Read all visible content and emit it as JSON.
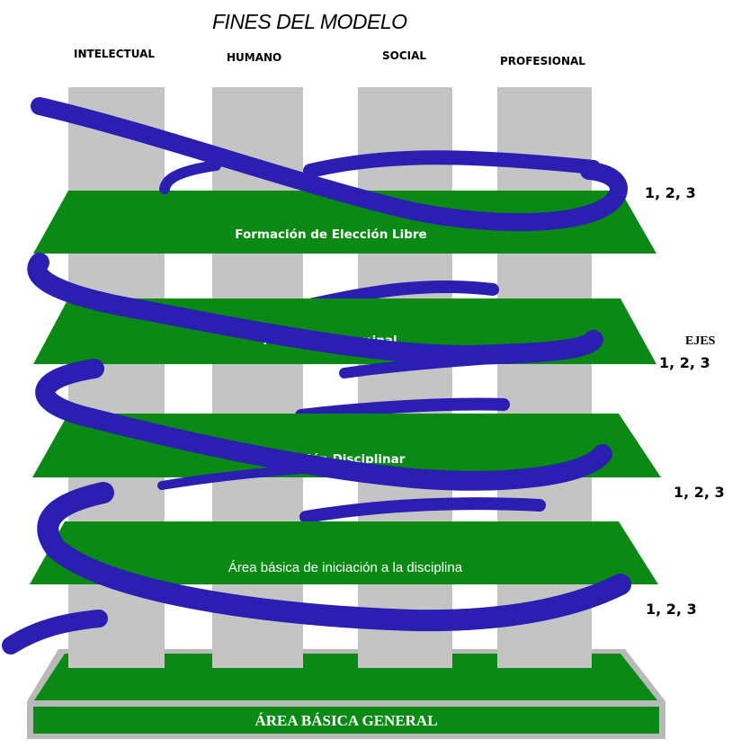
{
  "title": "FINES DEL MODELO",
  "columns": [
    "INTELECTUAL",
    "HUMANO",
    "SOCIAL",
    "PROFESIONAL"
  ],
  "platforms": [
    "Formación de Elección Libre",
    "Formación Terminal",
    "Formación Disciplinar",
    "Área básica de iniciación a la disciplina"
  ],
  "base": "ÁREA BÁSICA GENERAL",
  "side_labels": {
    "row1": "1, 2, 3",
    "ejes": "EJES",
    "row2": "1, 2, 3",
    "row3": "1, 2, 3",
    "row4": "1, 2, 3"
  },
  "colors": {
    "platform_green": "#0a8a14",
    "pillar_gray": "#c4c4c4",
    "spiral_blue": "#2a1fb0",
    "base_border": "#b9b9b9"
  }
}
